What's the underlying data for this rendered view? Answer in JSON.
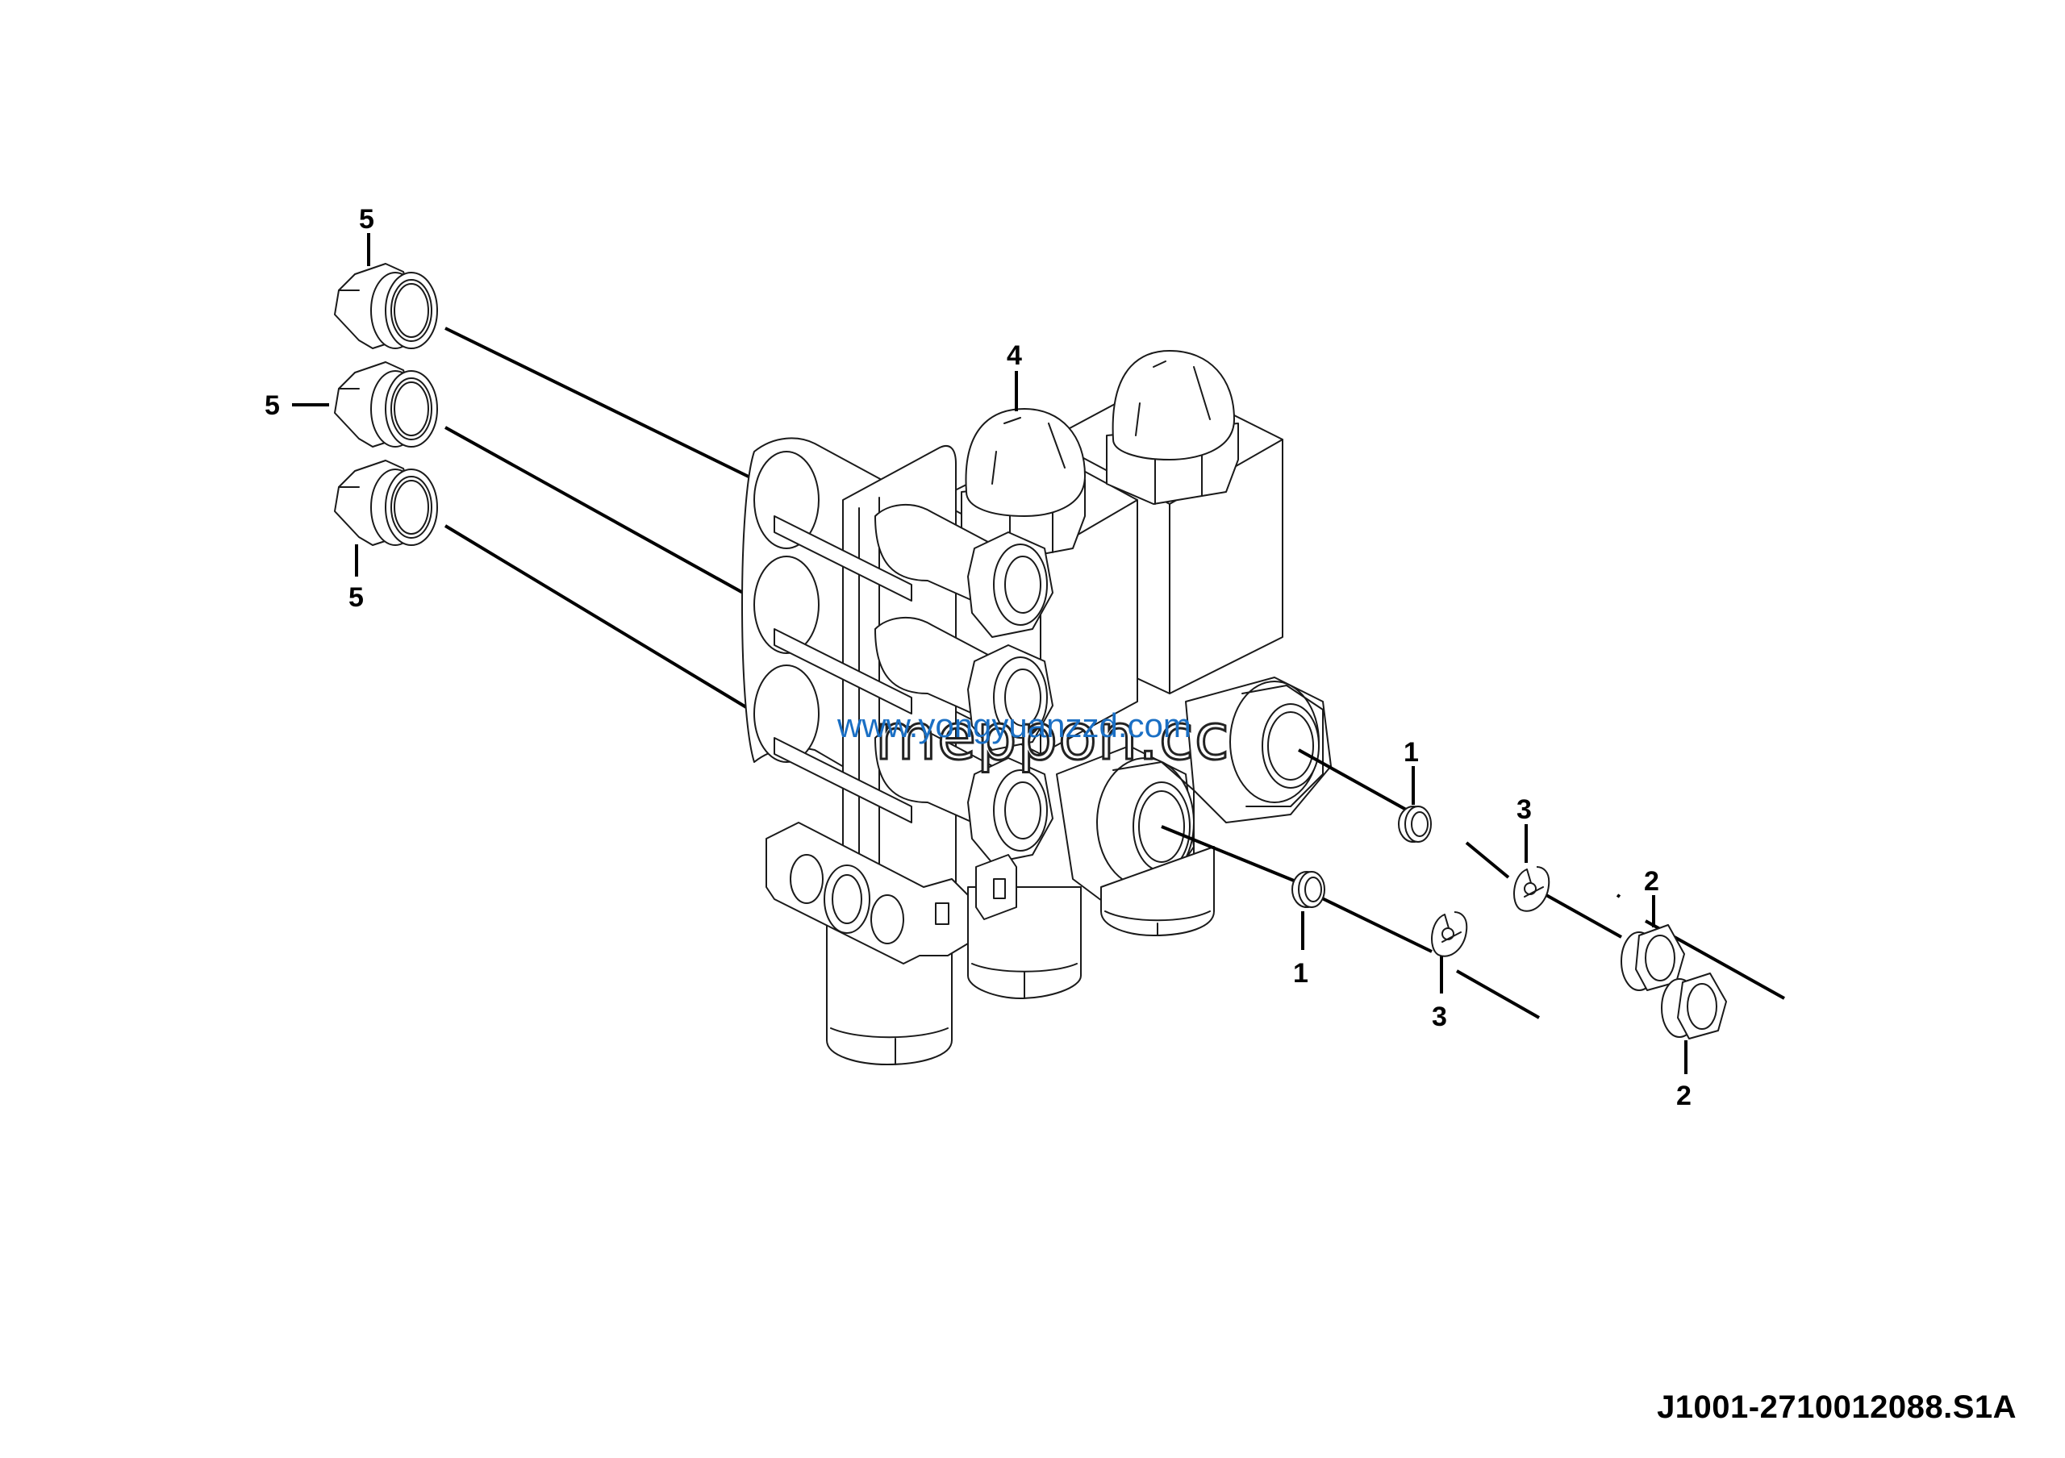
{
  "drawing": {
    "number": "J1001-2710012088.S1A",
    "type": "exploded-view parts diagram",
    "subject": "valve block assembly"
  },
  "callouts": [
    {
      "id": "c5a",
      "label": "5",
      "part": "hex plug fitting (upper)"
    },
    {
      "id": "c5b",
      "label": "5",
      "part": "hex plug fitting (middle)"
    },
    {
      "id": "c5c",
      "label": "5",
      "part": "hex plug fitting (lower)"
    },
    {
      "id": "c4",
      "label": "4",
      "part": "acorn cap nut"
    },
    {
      "id": "c1a",
      "label": "1",
      "part": "threaded insert (upper)"
    },
    {
      "id": "c1b",
      "label": "1",
      "part": "threaded insert (lower)"
    },
    {
      "id": "c3a",
      "label": "3",
      "part": "retaining clip (upper)"
    },
    {
      "id": "c3b",
      "label": "3",
      "part": "retaining clip (lower)"
    },
    {
      "id": "c2a",
      "label": "2",
      "part": "hex plug (upper)"
    },
    {
      "id": "c2b",
      "label": "2",
      "part": "hex plug (lower)"
    }
  ],
  "watermarks": {
    "outline_text": "meppon.cc",
    "blue_text": "www.yongyuanzzd.com",
    "blue_color": "#1a6fc4"
  },
  "colors": {
    "line": "#1a1a1a",
    "background": "#ffffff"
  }
}
